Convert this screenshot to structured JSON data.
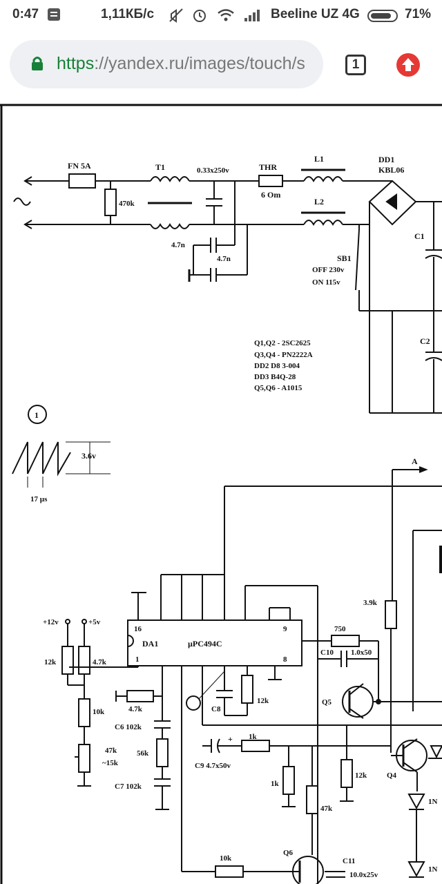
{
  "status_bar": {
    "time": "0:47",
    "net_speed": "1,11КБ/с",
    "carrier": "Beeline UZ 4G",
    "battery": "71%",
    "icons": [
      "notification-icon",
      "mute-icon",
      "alarm-icon",
      "wifi-icon",
      "signal-icon",
      "battery-icon"
    ]
  },
  "browser": {
    "url_scheme": "https",
    "url_rest": "://yandex.ru/images/touch/s",
    "tab_count": "1",
    "icons": [
      "lock-icon",
      "tabs-icon",
      "update-icon"
    ]
  },
  "schematic": {
    "fuse": "FN 5A",
    "t1": "T1",
    "cap_x": "0.33x250v",
    "thr": "THR",
    "thr_val": "6 Om",
    "l1": "L1",
    "l2": "L2",
    "dd1": "DD1",
    "dd1_part": "KBL06",
    "r470k": "470k",
    "c4_7n_a": "4.7n",
    "c4_7n_b": "4.7n",
    "c1": "C1",
    "c2": "C2",
    "sb1": "SB1",
    "sb1_off": "OFF 230v",
    "sb1_on": "ON  115v",
    "parts_1": "Q1,Q2 - 2SC2625",
    "parts_2": "Q3,Q4 - PN2222A",
    "parts_3": "DD2 D8 3-004",
    "parts_4": "DD3 B4Q-28",
    "parts_5": "Q5,Q6 - A1015",
    "marker": "1",
    "wave_amp": "3.6v",
    "wave_period": "17 µs",
    "point_a": "A",
    "r3_9k": "3.9k",
    "plus12": "+12v",
    "plus5": "+5v",
    "pin16": "16",
    "da1": "DA1",
    "ic": "µPC494C",
    "pin9": "9",
    "pin1": "1",
    "pin8": "8",
    "r750": "750",
    "c10": "C10",
    "c10_val": "1.0x50",
    "r12k_a": "12k",
    "r4_7k_a": "4.7k",
    "r10k_a": "10k",
    "r4_7k_b": "4.7k",
    "c6": "C6 102k",
    "r47k_pot": "47k",
    "r15k": "~15k",
    "r56k": "56k",
    "c7": "C7 102k",
    "c8": "C8",
    "r12k_b": "12k",
    "q5": "Q5",
    "c9": "C9 4.7x50v",
    "r1k_a": "1k",
    "r1k_b": "1k",
    "r12k_c": "12k",
    "q4": "Q4",
    "r47k": "47k",
    "q6": "Q6",
    "r10k_b": "10k",
    "c11": "C11",
    "c11_val": "10.0x25v",
    "d1n_a": "1N",
    "d1n_b": "1N",
    "plus": "+"
  }
}
